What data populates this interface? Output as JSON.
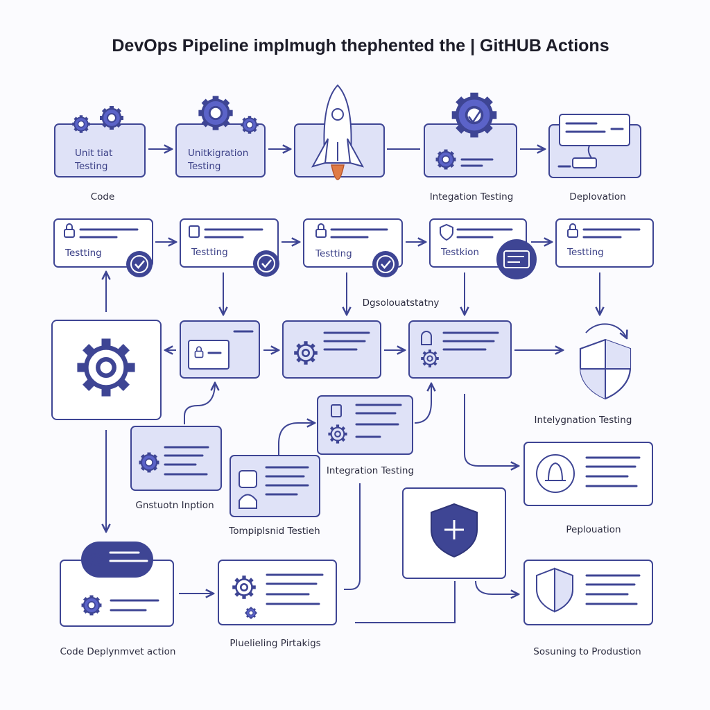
{
  "title": "DevOps Pipeline implmugh thephented the | GitHUB Actions",
  "boxes": {
    "b1": [
      "Unit tiat",
      "Testing"
    ],
    "b2": [
      "Unitkigration",
      "Testing"
    ],
    "t1": "Testting",
    "t2": "Testting",
    "t3": "Testting",
    "t4": "Testkion",
    "t5": "Testting"
  },
  "labels": {
    "code": "Code",
    "integ1": "Integation Testing",
    "deploy1": "Deplovation",
    "diag": "Dgsolouatstatny",
    "integ2": "Intelygnation Testing",
    "gcons": "Gnstuotn Inption",
    "integ3": "Integration Testing",
    "deploy2": "Peplouation",
    "tomp": "Tompiplsnid Testieh",
    "codedep": "Code Deplynmvet action",
    "pipe": "Pluelieling Pirtakigs",
    "susprod": "Sosuning to Produstion"
  },
  "colors": {
    "stroke": "#3e4594",
    "fill_light": "#dfe2f7",
    "fill_dark": "#3e4594",
    "icon_mid": "#5b63c8"
  }
}
